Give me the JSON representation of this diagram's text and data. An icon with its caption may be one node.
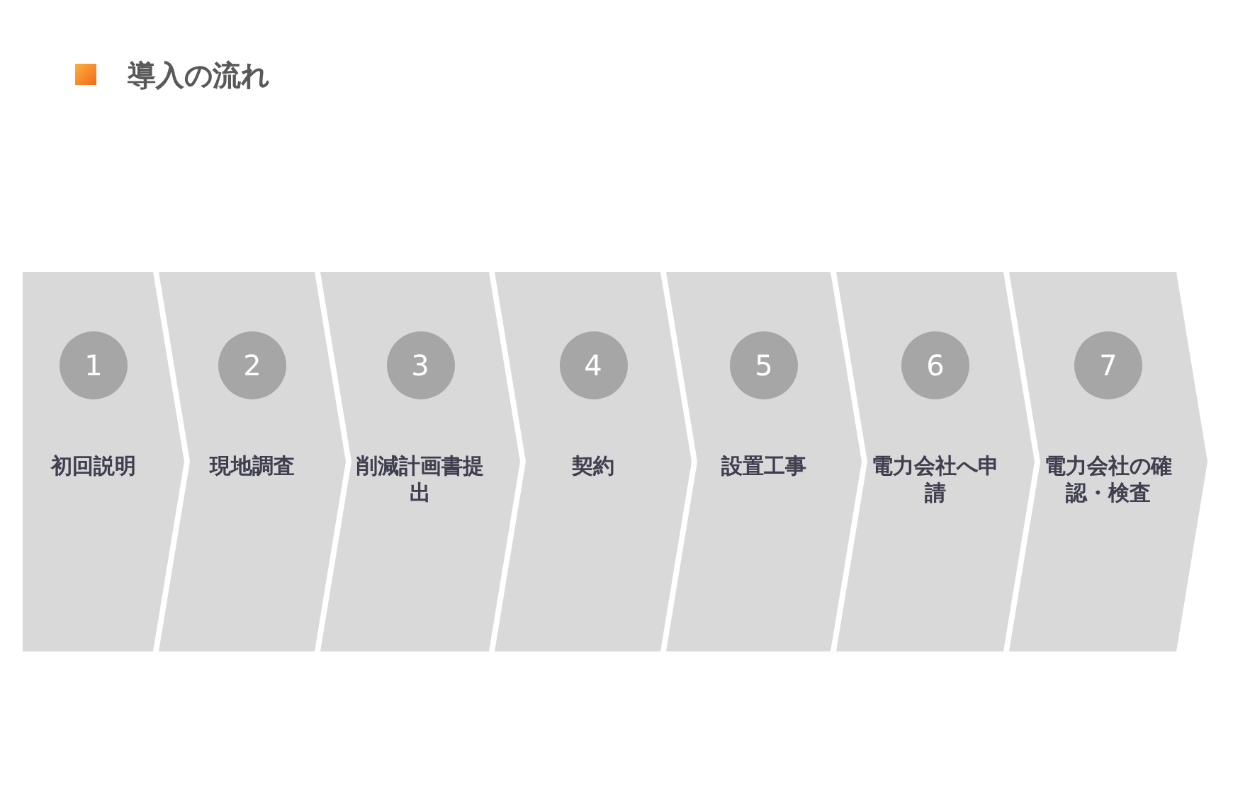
{
  "diagram": {
    "title": "導入の流れ",
    "nodes": [
      {
        "text": [
          "1",
          "初回説明"
        ]
      },
      {
        "text": [
          "2",
          "現地調査"
        ]
      },
      {
        "text": [
          "3",
          "削減計画書提出"
        ]
      },
      {
        "text": [
          "4",
          "契約"
        ]
      },
      {
        "text": [
          "5",
          "設置工事"
        ]
      },
      {
        "text": [
          "6",
          "電力会社へ申請"
        ]
      },
      {
        "text": [
          "7",
          "電力会社の確認・検査"
        ]
      }
    ]
  }
}
